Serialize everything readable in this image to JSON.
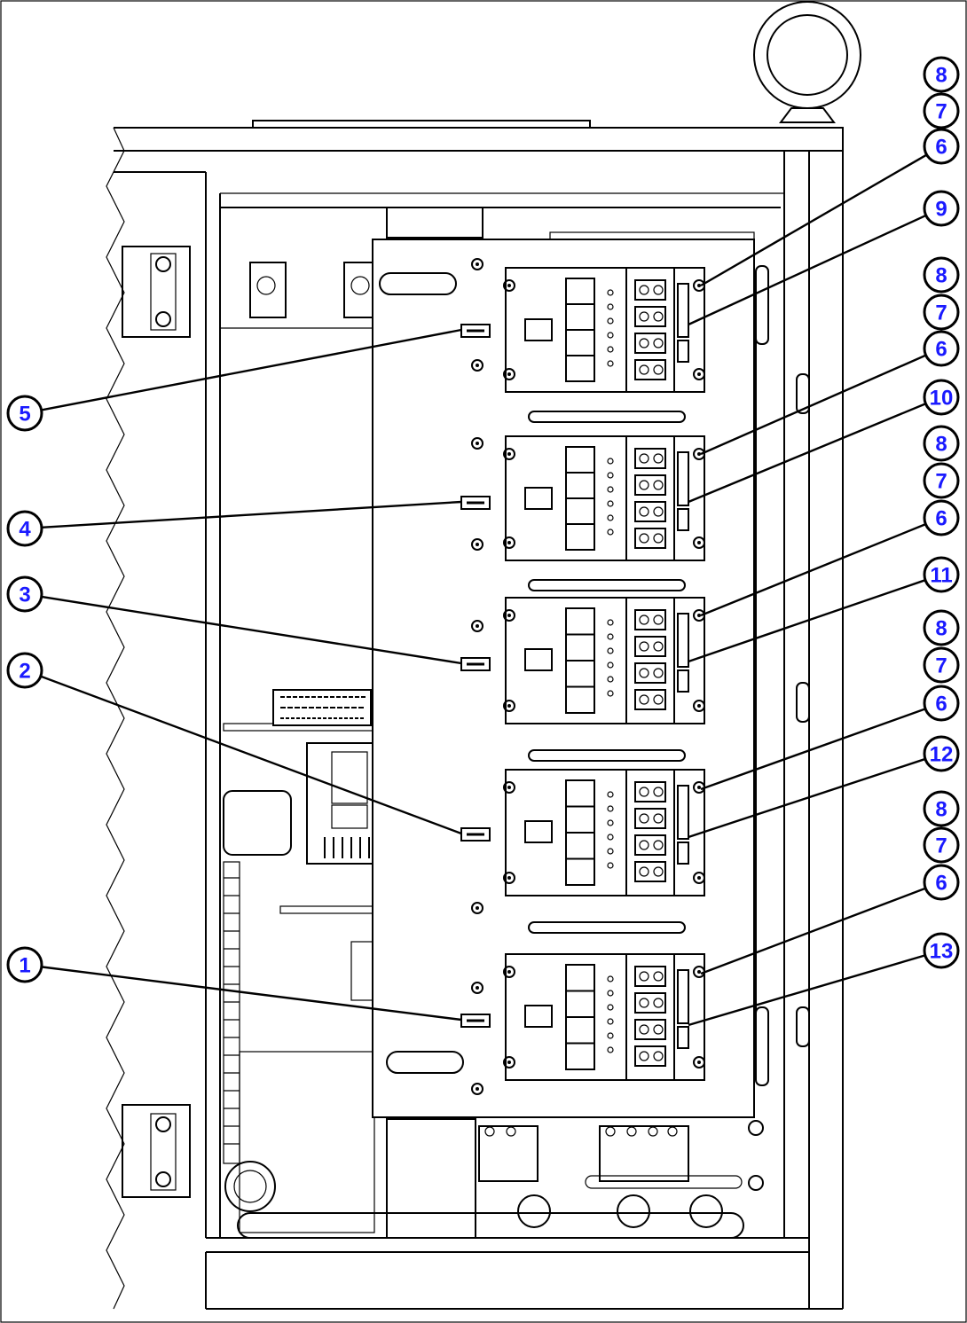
{
  "callouts": [
    {
      "id": "c8a",
      "label": "8"
    },
    {
      "id": "c7a",
      "label": "7"
    },
    {
      "id": "c6a",
      "label": "6"
    },
    {
      "id": "c9",
      "label": "9"
    },
    {
      "id": "c8b",
      "label": "8"
    },
    {
      "id": "c7b",
      "label": "7"
    },
    {
      "id": "c6b",
      "label": "6"
    },
    {
      "id": "c10",
      "label": "10"
    },
    {
      "id": "c8c",
      "label": "8"
    },
    {
      "id": "c7c",
      "label": "7"
    },
    {
      "id": "c6c",
      "label": "6"
    },
    {
      "id": "c11",
      "label": "11"
    },
    {
      "id": "c8d",
      "label": "8"
    },
    {
      "id": "c7d",
      "label": "7"
    },
    {
      "id": "c6d",
      "label": "6"
    },
    {
      "id": "c12",
      "label": "12"
    },
    {
      "id": "c8e",
      "label": "8"
    },
    {
      "id": "c7e",
      "label": "7"
    },
    {
      "id": "c6e",
      "label": "6"
    },
    {
      "id": "c13",
      "label": "13"
    },
    {
      "id": "c5",
      "label": "5"
    },
    {
      "id": "c4",
      "label": "4"
    },
    {
      "id": "c3",
      "label": "3"
    },
    {
      "id": "c2",
      "label": "2"
    },
    {
      "id": "c1",
      "label": "1"
    }
  ],
  "colors": {
    "callout_text": "#1a1aff",
    "line": "#000000",
    "background": "#ffffff"
  }
}
